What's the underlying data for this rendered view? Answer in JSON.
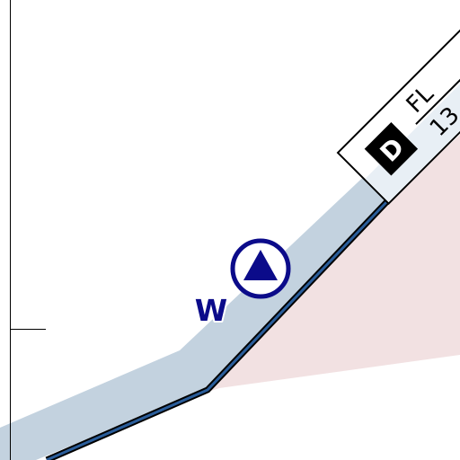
{
  "map": {
    "colors": {
      "background": "#ffffff",
      "airspace_band": "#c3d2df",
      "restricted_area": "#f2e1e2",
      "boundary_line": "#2a5d9a",
      "boundary_outline": "#000000",
      "navaid": "#0b0b8a",
      "label_box": "#ffffff",
      "label_box_shade": "#e8eff5",
      "class_badge": "#000000",
      "class_badge_text": "#ffffff"
    },
    "navaid": {
      "ident": "W",
      "icon": "triangle-in-circle-waypoint-icon"
    },
    "airspace_label": {
      "class_letter": "D",
      "line1": "FL",
      "line2": "13"
    }
  }
}
